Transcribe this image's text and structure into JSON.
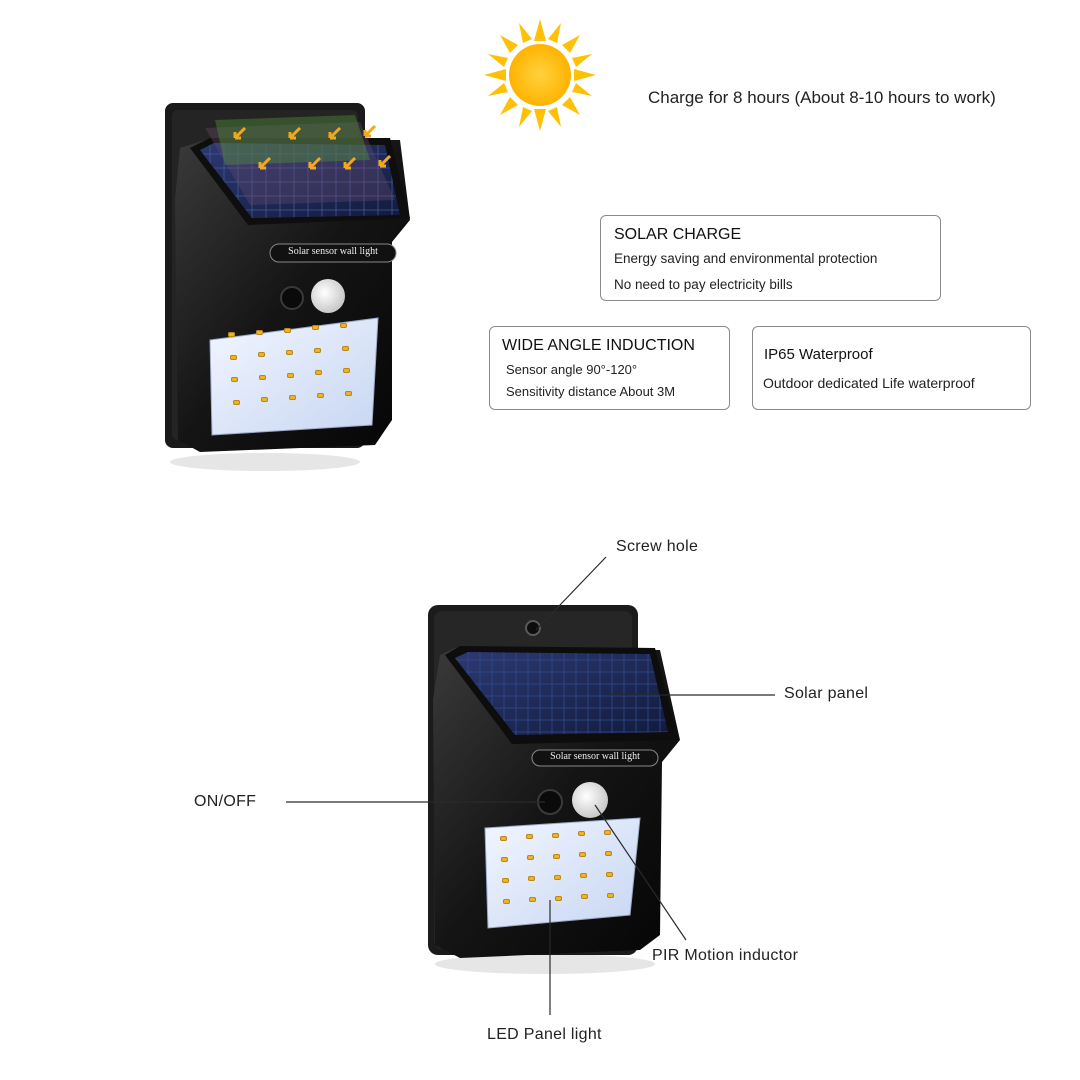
{
  "top": {
    "charge_caption": "Charge for 8 hours (About 8-10 hours to work)"
  },
  "device_label": "Solar sensor wall light",
  "features": {
    "solar": {
      "title": "SOLAR CHARGE",
      "lines": [
        "Energy saving and environmental protection",
        "No need to pay electricity bills"
      ]
    },
    "angle": {
      "title": "WIDE ANGLE INDUCTION",
      "lines": [
        "Sensor angle 90°-120°",
        "Sensitivity distance About 3M"
      ]
    },
    "waterproof": {
      "title": "IP65 Waterproof",
      "lines": [
        "Outdoor dedicated Life waterproof"
      ]
    }
  },
  "callouts": {
    "screw_hole": "Screw hole",
    "solar_panel": "Solar panel",
    "on_off": "ON/OFF",
    "pir": "PIR Motion inductor",
    "led_panel": "LED Panel light"
  },
  "colors": {
    "sun": "#FFC107",
    "body": "#1c1c1c",
    "panel": "#1f2a55",
    "led_panel": "#dfe9fb",
    "arrow": "#f2a81d",
    "leaf": "#4e8b3a"
  },
  "icons": [
    "sun-icon",
    "solar-arrow-icon"
  ]
}
